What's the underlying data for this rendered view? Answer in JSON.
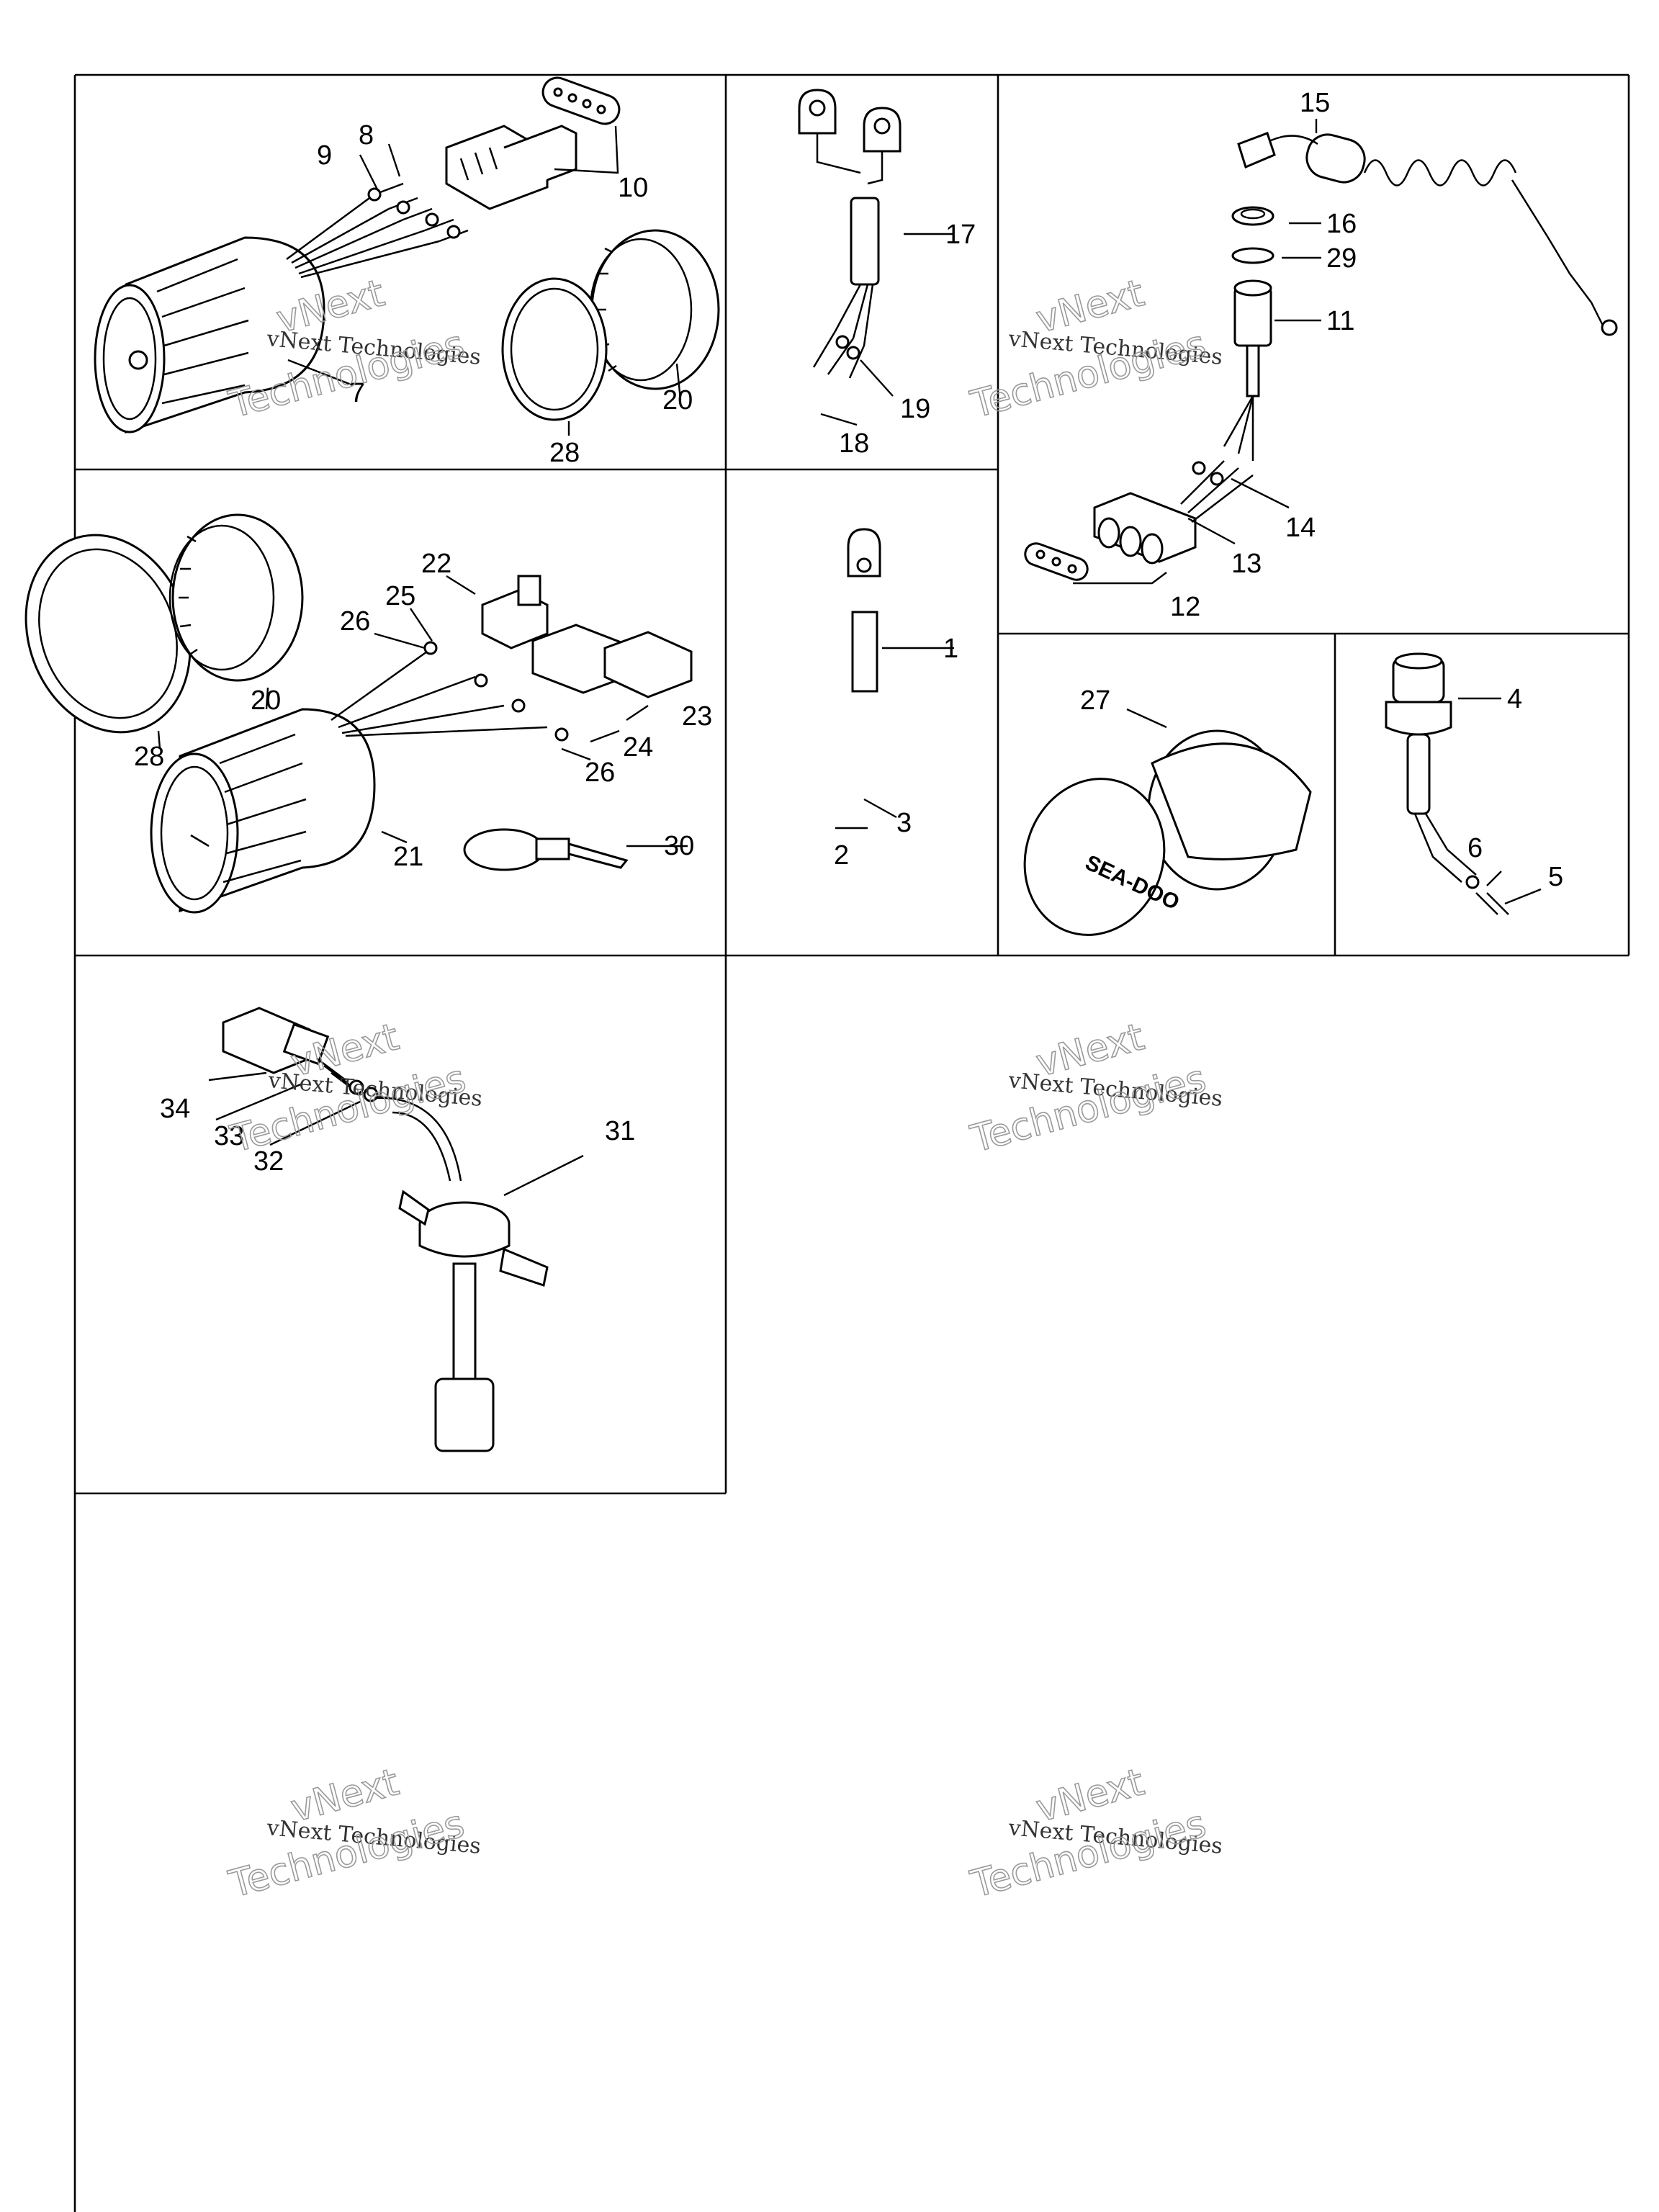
{
  "watermark": {
    "line_small": "vNext Technologies",
    "outline_top": "vNext",
    "outline_bottom": "Technologies"
  },
  "callouts": {
    "c1": "1",
    "c2": "2",
    "c3": "3",
    "c4": "4",
    "c5": "5",
    "c6": "6",
    "c7": "7",
    "c8": "8",
    "c9": "9",
    "c10": "10",
    "c11": "11",
    "c12": "12",
    "c13": "13",
    "c14": "14",
    "c15": "15",
    "c16": "16",
    "c17": "17",
    "c18": "18",
    "c19": "19",
    "c20a": "20",
    "c20b": "20",
    "c21": "21",
    "c22": "22",
    "c23": "23",
    "c24": "24",
    "c25": "25",
    "c26a": "26",
    "c26b": "26",
    "c27": "27",
    "c28a": "28",
    "c28b": "28",
    "c29": "29",
    "c30": "30",
    "c31": "31",
    "c32": "32",
    "c33": "33",
    "c34": "34"
  },
  "cap_logo_text": "SEA-DOO"
}
